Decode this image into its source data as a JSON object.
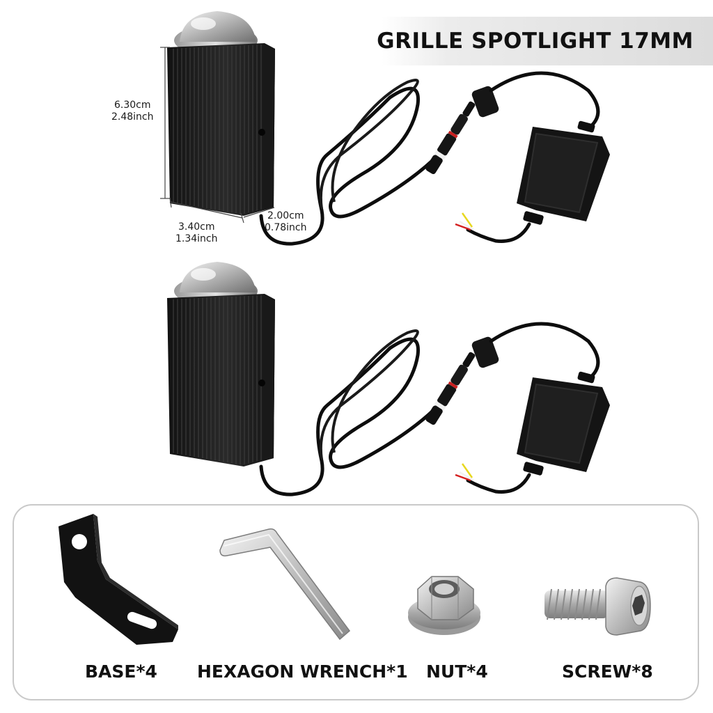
{
  "title": "GRILLE SPOTLIGHT 17MM",
  "dimensions": {
    "height": {
      "metric": "6.30cm",
      "imperial": "2.48inch"
    },
    "width": {
      "metric": "3.40cm",
      "imperial": "1.34inch"
    },
    "depth": {
      "metric": "2.00cm",
      "imperial": "0.78inch"
    }
  },
  "products": [
    {
      "name": "spotlight-unit"
    },
    {
      "name": "spotlight-unit"
    }
  ],
  "accessories": [
    {
      "label": "BASE*4",
      "icon": "l-bracket-icon"
    },
    {
      "label": "HEXAGON WRENCH*1",
      "icon": "hex-key-icon"
    },
    {
      "label": "NUT*4",
      "icon": "hex-nut-icon"
    },
    {
      "label": "SCREW*8",
      "icon": "socket-screw-icon"
    }
  ],
  "colors": {
    "housing": "#1e1e1e",
    "cable": "#0d0d0d",
    "wire_red": "#d42020",
    "wire_yellow": "#e8d820",
    "wire_white": "#f2f2f2"
  }
}
